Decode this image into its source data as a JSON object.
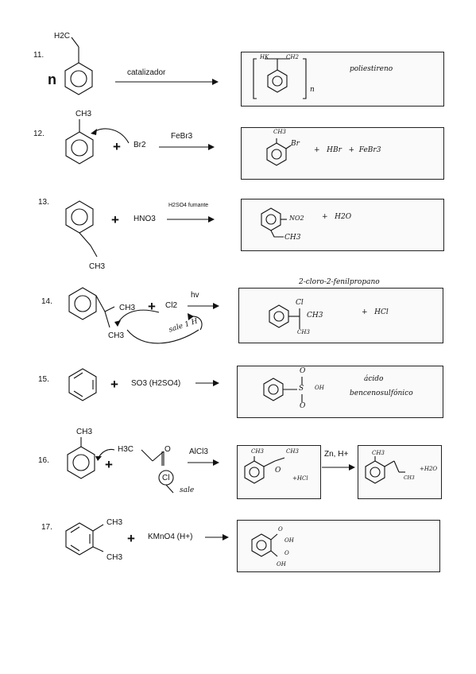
{
  "problems": [
    {
      "number": "11.",
      "prefix": "n",
      "reagent_label": "catalizador",
      "substituent": "H2C",
      "answer_text": "poliestireno",
      "bracket_labels": [
        "HK",
        "CH2"
      ],
      "subscript": "n"
    },
    {
      "number": "12.",
      "substituent": "CH3",
      "reagent": "Br2",
      "catalyst": "FeBr3",
      "answer_labels": [
        "CH3",
        "Br"
      ],
      "answer_text": "+   HBr   +  FeBr3"
    },
    {
      "number": "13.",
      "substituent": "CH3",
      "reagent": "HNO3",
      "catalyst": "H2SO4 fumante",
      "answer_labels": [
        "NO2",
        "CH3"
      ],
      "answer_text": "+   H2O"
    },
    {
      "number": "14.",
      "substituent_1": "CH3",
      "substituent_2": "CH3",
      "reagent": "Cl2",
      "condition": "hv",
      "note": "sale 1 H",
      "answer_title": "2-cloro-2-fenilpropano",
      "answer_labels": [
        "Cl",
        "CH3",
        "CH3"
      ],
      "answer_text": "+   HCl"
    },
    {
      "number": "15.",
      "reagent": "SO3 (H2SO4)",
      "answer_labels": [
        "O",
        "S",
        "OH",
        "O"
      ],
      "answer_text_1": "ácido",
      "answer_text_2": "bencenosulfónico"
    },
    {
      "number": "16.",
      "substituent": "CH3",
      "reagent_prefix": "H3C",
      "reagent_carbonyl": "O",
      "reagent_leaving": "Cl",
      "note": "sale",
      "catalyst": "AlCl3",
      "answer1_labels": [
        "CH3",
        "CH3",
        "O"
      ],
      "answer1_extra": "+HCl",
      "step2": "Zn, H+",
      "answer2_labels": [
        "CH3",
        "CH3"
      ],
      "answer2_extra": "+H2O"
    },
    {
      "number": "17.",
      "substituent_1": "CH3",
      "substituent_2": "CH3",
      "reagent": "KMnO4 (H+)",
      "answer_labels": [
        "O",
        "OH",
        "O",
        "OH"
      ]
    }
  ]
}
